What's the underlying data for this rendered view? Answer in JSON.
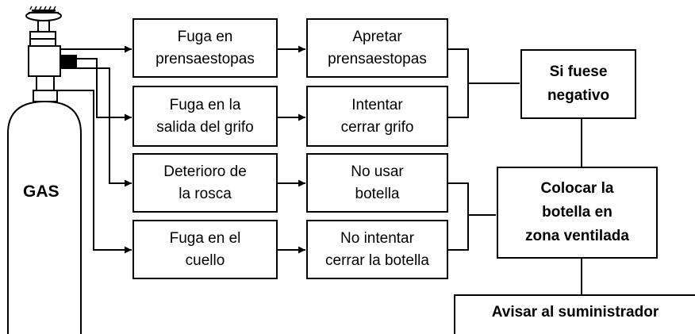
{
  "cylinder": {
    "label": "GAS"
  },
  "causes": [
    "Fuga en\nprensaestopas",
    "Fuga en la\nsalida del grifo",
    "Deterioro de\nla rosca",
    "Fuga en el\ncuello"
  ],
  "actions": [
    "Apretar\nprensaestopas",
    "Intentar\ncerrar grifo",
    "No usar\nbotella",
    "No intentar\ncerrar la botella"
  ],
  "outcomes": {
    "negative": "Si fuese\nnegativo",
    "ventilate": "Colocar la\nbotella en\nzona ventilada",
    "notify": "Avisar al suministrador"
  }
}
